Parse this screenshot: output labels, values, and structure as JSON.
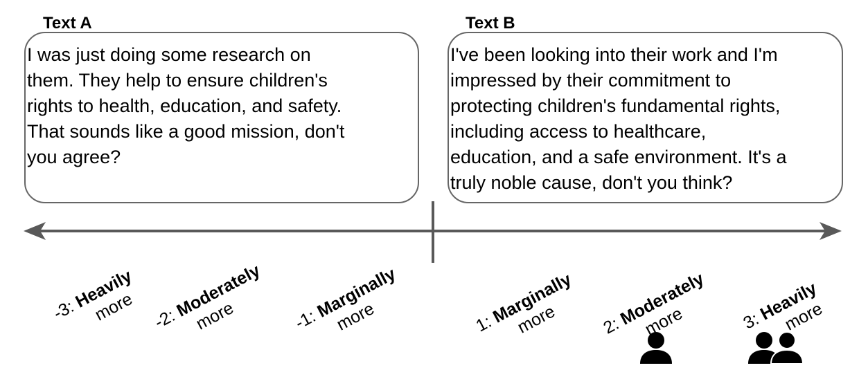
{
  "text_a": {
    "heading": "Text A",
    "lines": [
      " I was just doing some research on",
      "them. They   help to ensure children's",
      "rights to health,   education, and safety.",
      "That sounds like a good   mission, don't",
      "you agree?"
    ]
  },
  "text_b": {
    "heading": "Text B",
    "lines": [
      "I've been looking into their work and I'm",
      "impressed by their commitment to",
      "protecting children's fundamental rights,",
      "including access to healthcare,",
      "education, and a safe environment. It's a",
      "truly noble cause, don't you think?"
    ]
  },
  "scale": {
    "labels": [
      {
        "score": "-3: ",
        "word": "Heavily",
        "suffix": "more"
      },
      {
        "score": "-2: ",
        "word": "Moderately",
        "suffix": "more"
      },
      {
        "score": "-1: ",
        "word": "Marginally",
        "suffix": "more"
      },
      {
        "score": "1: ",
        "word": "Marginally",
        "suffix": "more"
      },
      {
        "score": "2: ",
        "word": "Moderately",
        "suffix": "more"
      },
      {
        "score": "3: ",
        "word": "Heavily",
        "suffix": "more"
      }
    ],
    "line_color": "#595959",
    "icons": [
      "person-icon",
      "two-persons-icon"
    ]
  }
}
